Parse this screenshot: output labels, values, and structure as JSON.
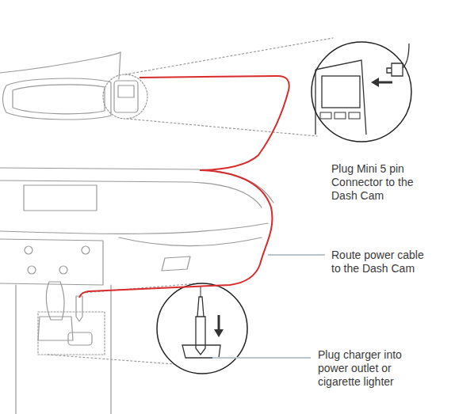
{
  "diagram": {
    "labels": [
      "Plug Mini 5 pin Connector to the Dash Cam",
      "Route power cable to the Dash Cam",
      "Plug charger into power outlet or cigarette lighter"
    ]
  }
}
